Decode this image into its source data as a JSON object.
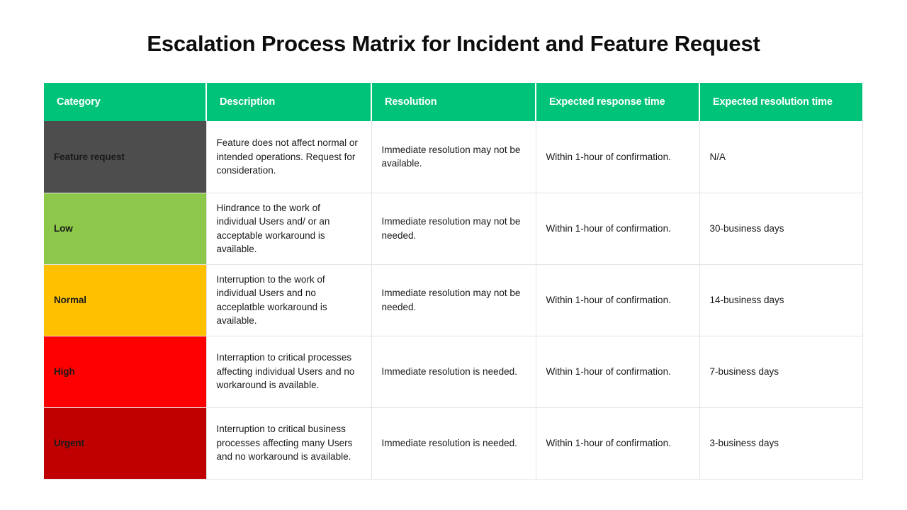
{
  "slide": {
    "title": "Escalation Process Matrix for Incident and Feature Request",
    "background_color": "#FFFFFF",
    "title_color": "#0D0D0D"
  },
  "theme": {
    "header_green": "#00C37A",
    "header_text_color": "#FFFFFF",
    "grid_line_color": "#E4E4E4",
    "body_text_color": "#1A1A1A"
  },
  "table": {
    "columns": [
      {
        "key": "category",
        "label": "Category"
      },
      {
        "key": "description",
        "label": "Description"
      },
      {
        "key": "resolution",
        "label": "Resolution"
      },
      {
        "key": "response_time",
        "label": "Expected response time"
      },
      {
        "key": "resolution_time",
        "label": "Expected resolution time"
      }
    ],
    "rows": [
      {
        "category": "Feature request",
        "category_color": "#4D4D4D",
        "description": "Feature does not affect normal or intended operations. Request for consideration.",
        "resolution": "Immediate resolution may not be available.",
        "response_time": "Within 1-hour of confirmation.",
        "resolution_time": "N/A"
      },
      {
        "category": "Low",
        "category_color": "#8DC84A",
        "description": "Hindrance to the work of individual Users and/ or an acceptable workaround is available.",
        "resolution": "Immediate resolution may not be needed.",
        "response_time": "Within 1-hour of confirmation.",
        "resolution_time": "30-business days"
      },
      {
        "category": "Normal",
        "category_color": "#FFC000",
        "description": "Interruption to the work of individual Users and no acceplatble workaround is available.",
        "resolution": "Immediate resolution may not be needed.",
        "response_time": "Within 1-hour of confirmation.",
        "resolution_time": "14-business days"
      },
      {
        "category": "High",
        "category_color": "#FF0000",
        "description": "Interraption to critical processes affecting individual Users and no workaround is available.",
        "resolution": "Immediate resolution is needed.",
        "response_time": "Within 1-hour of confirmation.",
        "resolution_time": "7-business days"
      },
      {
        "category": "Urgent",
        "category_color": "#C00000",
        "description": "Interruption to critical business processes affecting many Users and no workaround is available.",
        "resolution": "Immediate resolution is needed.",
        "response_time": "Within 1-hour of confirmation.",
        "resolution_time": "3-business days"
      }
    ]
  }
}
